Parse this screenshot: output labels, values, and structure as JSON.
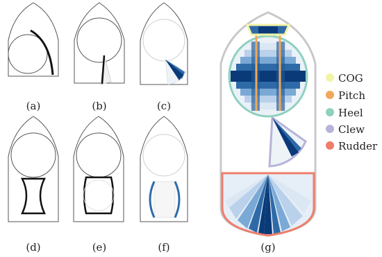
{
  "captions": {
    "a": "(a)",
    "b": "(b)",
    "c": "(c)",
    "d": "(d)",
    "e": "(e)",
    "f": "(f)",
    "g": "(g)"
  },
  "legend": [
    {
      "label": "COG",
      "color": "#f3f3a6"
    },
    {
      "label": "Pitch",
      "color": "#f0a85a"
    },
    {
      "label": "Heel",
      "color": "#8fd0bf"
    },
    {
      "label": "Clew",
      "color": "#b7b4da"
    },
    {
      "label": "Rudder",
      "color": "#ee7d6b"
    }
  ],
  "colors": {
    "hull_outline": "#555555",
    "big_hull_outline": "#c8c8c8",
    "blue_dark": "#08306b",
    "blue_mid": "#2f7dbd",
    "blue_light": "#dbe7f3"
  }
}
